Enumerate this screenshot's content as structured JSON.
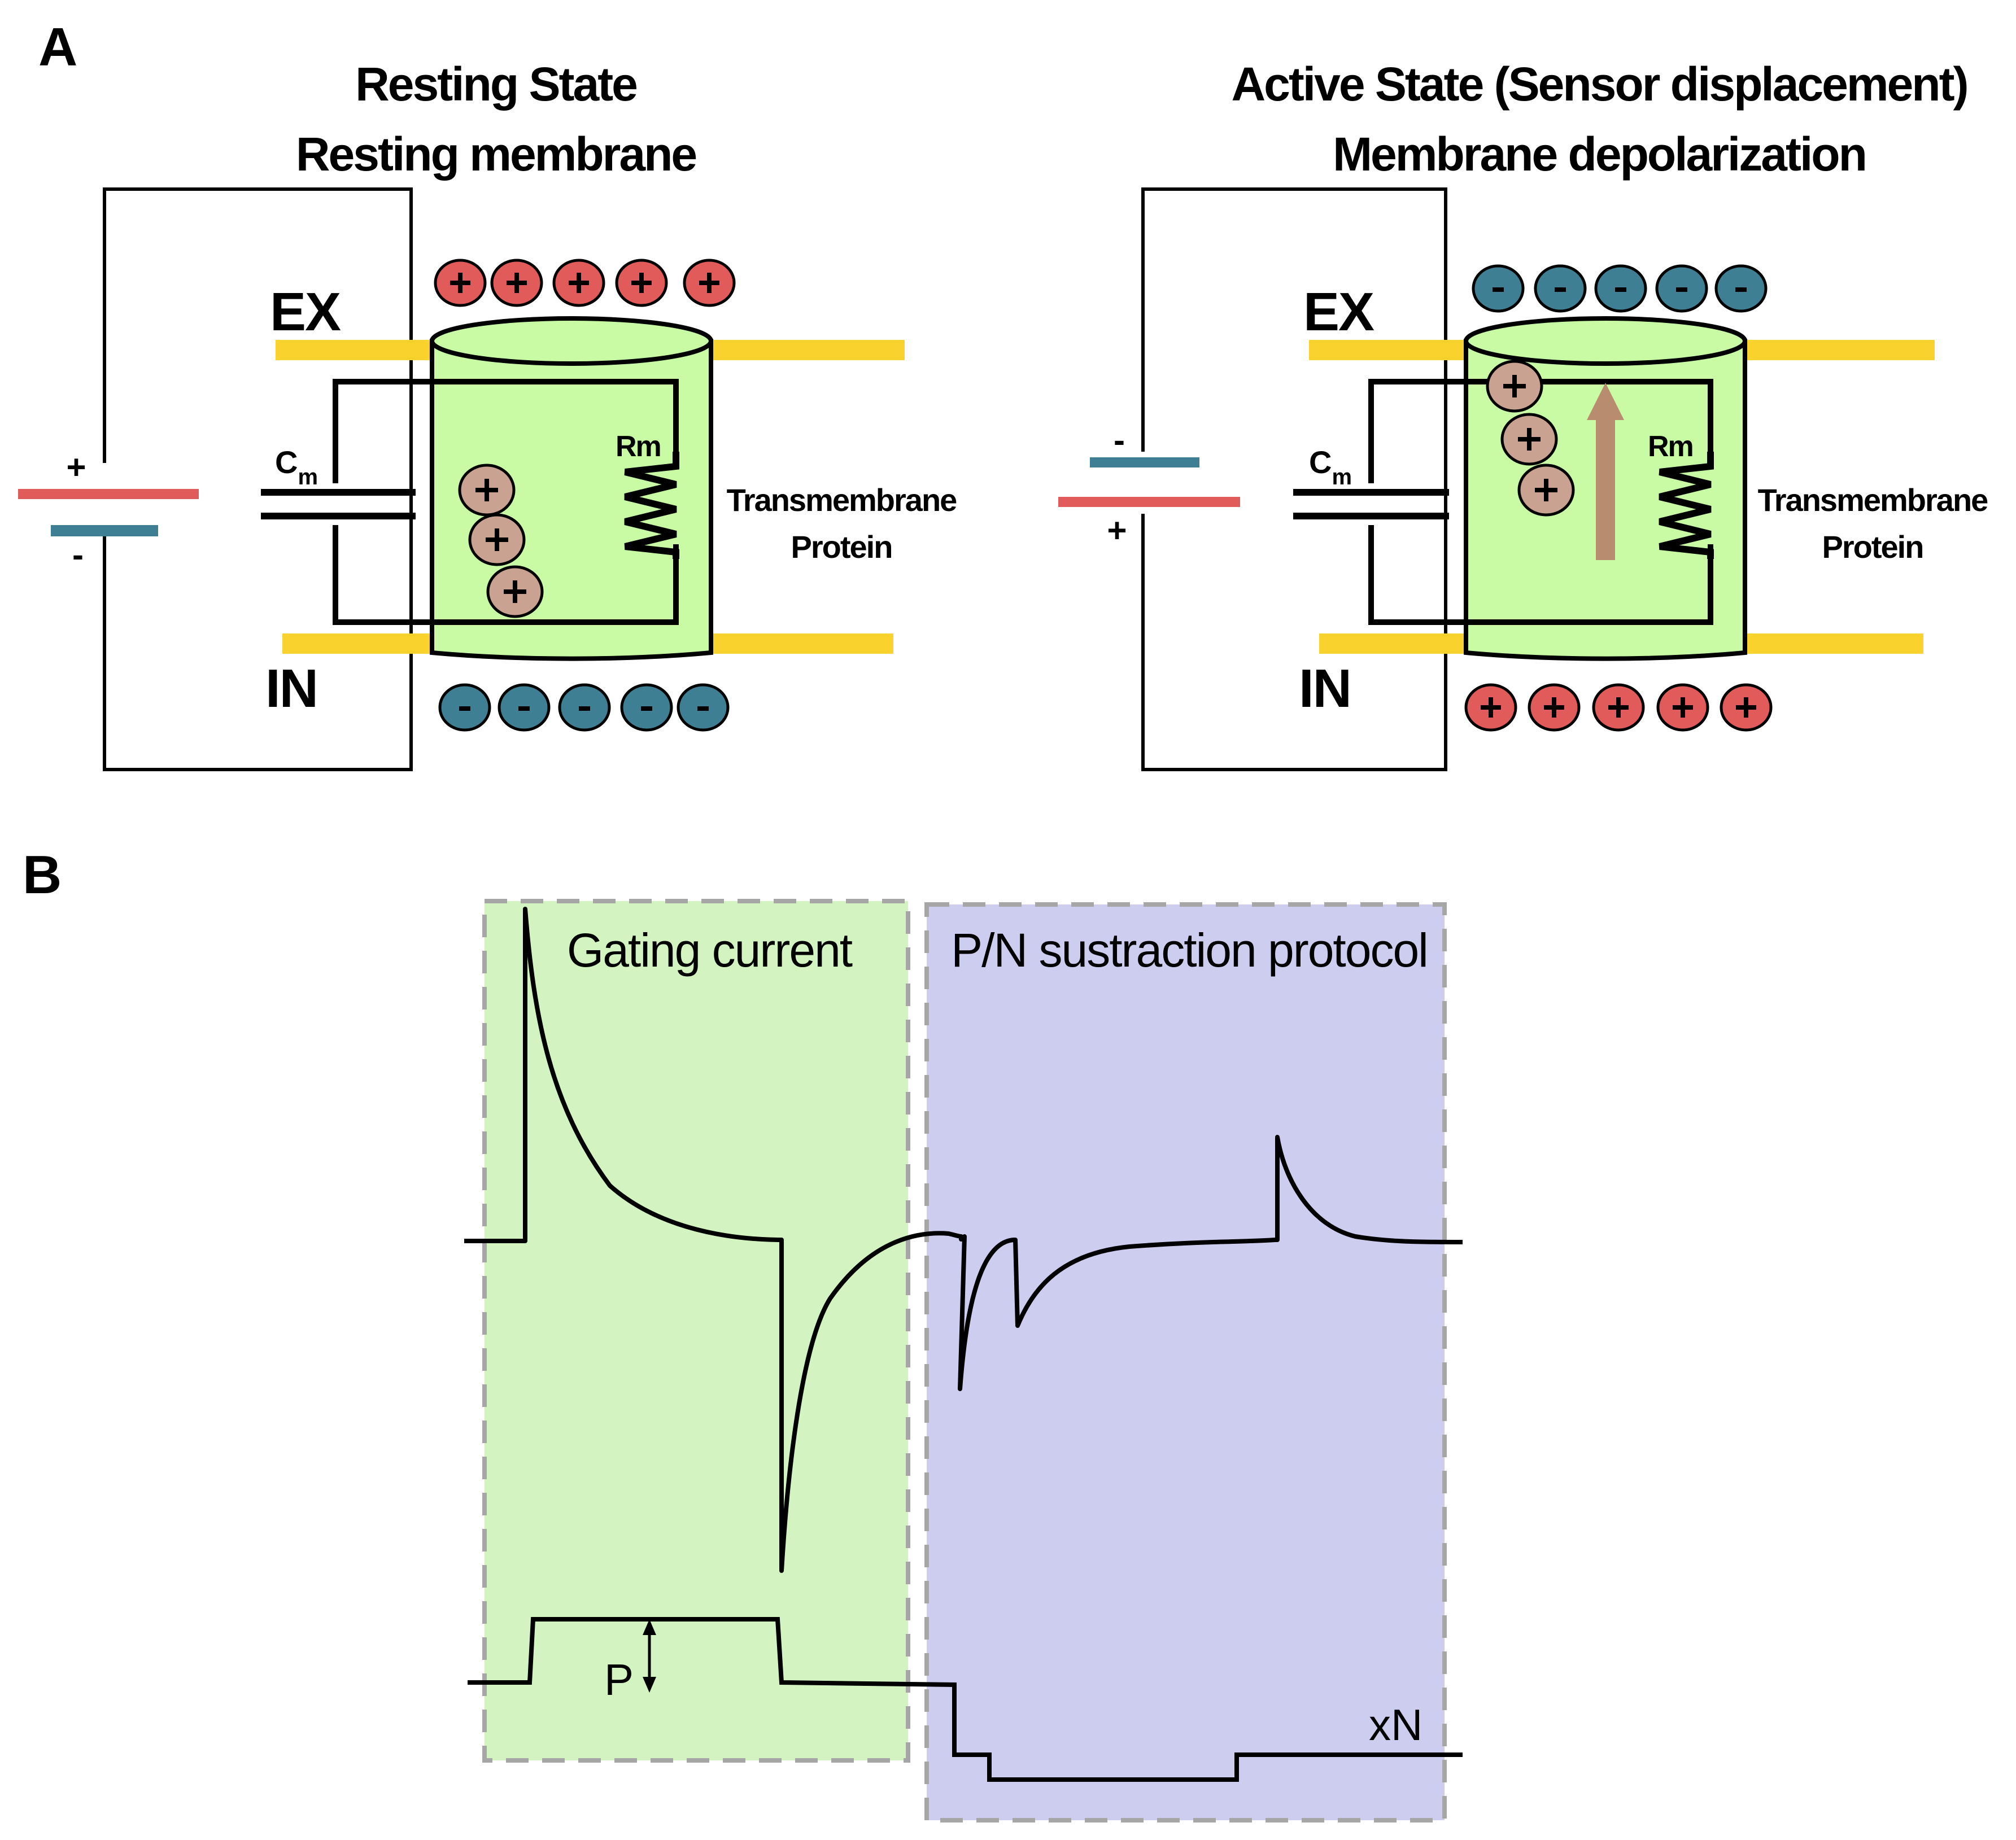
{
  "panel_a": {
    "letter": "A",
    "resting": {
      "title_line1": "Resting State",
      "title_line2": "Resting membrane",
      "ex_label": "EX",
      "in_label": "IN",
      "cm_label": "C",
      "cm_sub": "m",
      "rm_label": "Rm",
      "protein_line1": "Transmembrane",
      "protein_line2": "Protein",
      "battery_top_sign": "+",
      "battery_bottom_sign": "-",
      "outside_charges": [
        "+",
        "+",
        "+",
        "+",
        "+"
      ],
      "inside_charges": [
        "-",
        "-",
        "-",
        "-",
        "-"
      ],
      "sensor_charges": [
        "+",
        "+",
        "+"
      ]
    },
    "active": {
      "title_line1": "Active State (Sensor displacement)",
      "title_line2": "Membrane depolarization",
      "ex_label": "EX",
      "in_label": "IN",
      "cm_label": "C",
      "cm_sub": "m",
      "rm_label": "Rm",
      "protein_line1": "Transmembrane",
      "protein_line2": "Protein",
      "battery_top_sign": "-",
      "battery_bottom_sign": "+",
      "outside_charges": [
        "-",
        "-",
        "-",
        "-",
        "-"
      ],
      "inside_charges": [
        "+",
        "+",
        "+",
        "+",
        "+"
      ],
      "sensor_charges": [
        "+",
        "+",
        "+"
      ]
    }
  },
  "panel_b": {
    "letter": "B",
    "gating_label": "Gating current",
    "pn_label": "P/N sustraction protocol",
    "pulse_label": "P",
    "scale_label": "xN"
  },
  "colors": {
    "membrane": "#f9d22e",
    "protein_fill": "#c8fba3",
    "positive_ion": "#e25b5b",
    "negative_ion": "#3f7f93",
    "sensor_charge": "#c9a292",
    "sensor_arrow": "#b88c6e",
    "gating_box": "#d3f4c0",
    "pn_box": "#cdcdf0",
    "box_border": "#a6a6a6"
  }
}
